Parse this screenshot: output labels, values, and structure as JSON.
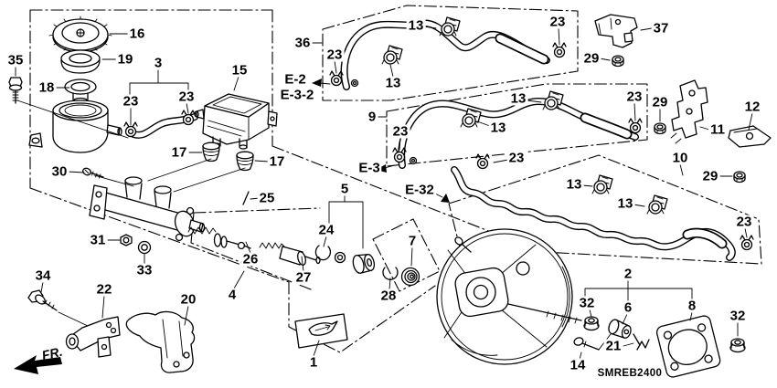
{
  "diagram_code": "SMREB2400",
  "fr_label": "FR.",
  "refs": {
    "e2": "E-2",
    "e3_2": "E-3-2",
    "e3": "E-3",
    "e32": "E-32"
  },
  "callouts": [
    "35",
    "16",
    "19",
    "3",
    "18",
    "15",
    "23",
    "23",
    "17",
    "17",
    "30",
    "36",
    "13",
    "23",
    "13",
    "23",
    "37",
    "29",
    "9",
    "13",
    "13",
    "23",
    "23",
    "29",
    "11",
    "12",
    "10",
    "29",
    "13",
    "13",
    "23",
    "23",
    "5",
    "25",
    "24",
    "26",
    "27",
    "4",
    "7",
    "28",
    "31",
    "33",
    "34",
    "22",
    "20",
    "1",
    "2",
    "32",
    "6",
    "21",
    "14",
    "8",
    "32"
  ]
}
